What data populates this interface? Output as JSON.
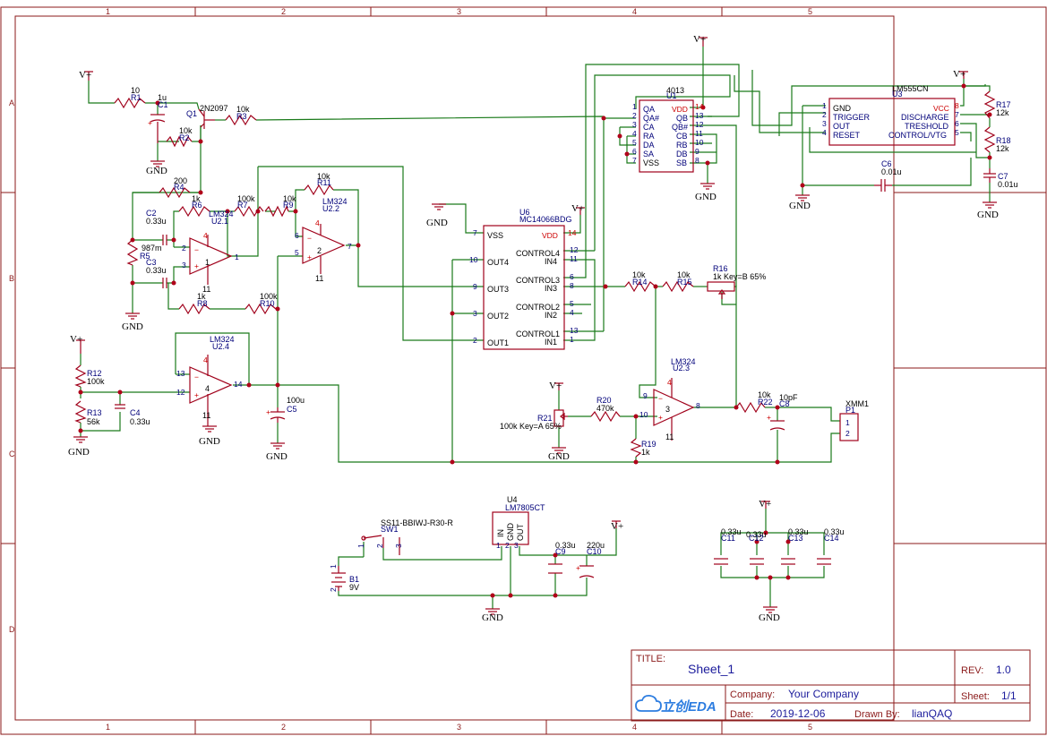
{
  "title_block": {
    "title_label": "TITLE:",
    "title": "Sheet_1",
    "rev_label": "REV:",
    "rev": "1.0",
    "company_label": "Company:",
    "company": "Your Company",
    "sheet_label": "Sheet:",
    "sheet": "1/1",
    "date_label": "Date:",
    "date": "2019-12-06",
    "drawn_label": "Drawn By:",
    "drawn_by": "lianQAQ",
    "logo_text": "立创EDA"
  },
  "zones": {
    "cols": [
      "1",
      "2",
      "3",
      "4",
      "5"
    ],
    "rows": [
      "A",
      "B",
      "C",
      "D"
    ]
  },
  "power": {
    "vplus": "V+",
    "gnd": "GND"
  },
  "components": {
    "r1": {
      "ref": "R1",
      "value": "10"
    },
    "c1": {
      "ref": "C1",
      "value": "1u"
    },
    "q1": {
      "ref": "Q1",
      "value": "2N2097"
    },
    "r3": {
      "ref": "R3",
      "value": "10k"
    },
    "r2": {
      "ref": "R2",
      "value": "10k"
    },
    "r4": {
      "ref": "R4",
      "value": "200"
    },
    "r6": {
      "ref": "R6",
      "value": "1k"
    },
    "r7": {
      "ref": "R7",
      "value": "100k"
    },
    "r9": {
      "ref": "R9",
      "value": "10k"
    },
    "r11": {
      "ref": "R11",
      "value": "10k"
    },
    "c2": {
      "ref": "C2",
      "value": "0.33u"
    },
    "r5": {
      "ref": "R5",
      "value": "987m"
    },
    "c3": {
      "ref": "C3",
      "value": "0.33u"
    },
    "r8": {
      "ref": "R8",
      "value": "1k"
    },
    "r10": {
      "ref": "R10",
      "value": "100k"
    },
    "u2_1": {
      "ref": "U2.1",
      "value": "LM324"
    },
    "u2_2": {
      "ref": "U2.2",
      "value": "LM324"
    },
    "u2_4": {
      "ref": "U2.4",
      "value": "LM324"
    },
    "u2_3": {
      "ref": "U2.3",
      "value": "LM324"
    },
    "r12": {
      "ref": "R12",
      "value": "100k"
    },
    "r13": {
      "ref": "R13",
      "value": "56k"
    },
    "c4": {
      "ref": "C4",
      "value": "0.33u"
    },
    "c5": {
      "ref": "C5",
      "value": "100u"
    },
    "u6": {
      "ref": "U6",
      "value": "MC14066BDG"
    },
    "u1": {
      "ref": "U1",
      "value": "4013"
    },
    "u3": {
      "ref": "U3",
      "value": "LM555CN"
    },
    "r17": {
      "ref": "R17",
      "value": "12k"
    },
    "r18": {
      "ref": "R18",
      "value": "12k"
    },
    "c6": {
      "ref": "C6",
      "value": "0.01u"
    },
    "c7": {
      "ref": "C7",
      "value": "0.01u"
    },
    "r14": {
      "ref": "R14",
      "value": "10k"
    },
    "r15": {
      "ref": "R15",
      "value": "10k"
    },
    "r16": {
      "ref": "R16",
      "value": "1k Key=B 65%"
    },
    "r20": {
      "ref": "R20",
      "value": "470k"
    },
    "r21": {
      "ref": "R21",
      "value": "100k Key=A 65%"
    },
    "r19": {
      "ref": "R19",
      "value": "1k"
    },
    "r22": {
      "ref": "R22",
      "value": "10k"
    },
    "c8": {
      "ref": "C8",
      "value": "10pF"
    },
    "p1": {
      "ref": "P1",
      "value": "XMM1"
    },
    "u4": {
      "ref": "U4",
      "value": "LM7805CT"
    },
    "sw1": {
      "ref": "SW1",
      "value": "SS11-BBIWJ-R30-R"
    },
    "b1": {
      "ref": "B1",
      "value": "9V"
    },
    "c9": {
      "ref": "C9",
      "value": "0.33u"
    },
    "c10": {
      "ref": "C10",
      "value": "220u"
    },
    "c11": {
      "ref": "C11",
      "value": "0.33u"
    },
    "c12": {
      "ref": "C12",
      "value": "0.33u"
    },
    "c13": {
      "ref": "C13",
      "value": "0.33u"
    },
    "c14": {
      "ref": "C14",
      "value": "0.33u"
    }
  },
  "u6_pins": {
    "vss": "VSS",
    "vdd": "VDD",
    "out4": "OUT4",
    "out3": "OUT3",
    "out2": "OUT2",
    "out1": "OUT1",
    "control4": "CONTROL4",
    "in4": "IN4",
    "control3": "CONTROL3",
    "in3": "IN3",
    "control2": "CONTROL2",
    "in2": "IN2",
    "control1": "CONTROL1",
    "in1": "IN1",
    "n7": "7",
    "n14": "14",
    "n10": "10",
    "n9": "9",
    "n3": "3",
    "n2": "2",
    "n12": "12",
    "n11": "11",
    "n6": "6",
    "n8": "8",
    "n5": "5",
    "n4": "4",
    "n13": "13",
    "n1": "1"
  },
  "u1_pins": {
    "left": [
      "QA",
      "QA#",
      "CA",
      "RA",
      "DA",
      "SA",
      "VSS"
    ],
    "left_nums": [
      "1",
      "2",
      "3",
      "4",
      "5",
      "6",
      "7"
    ],
    "right": [
      "VDD",
      "QB",
      "QB#",
      "CB",
      "RB",
      "DB",
      "SB"
    ],
    "right_nums": [
      "14",
      "13",
      "12",
      "11",
      "10",
      "9",
      "8"
    ]
  },
  "u3_pins": {
    "left": [
      "GND",
      "TRIGGER",
      "OUT",
      "RESET"
    ],
    "left_nums": [
      "1",
      "2",
      "3",
      "4"
    ],
    "right": [
      "VCC",
      "DISCHARGE",
      "TRESHOLD",
      "CONTROL/VTG"
    ],
    "right_nums": [
      "8",
      "7",
      "6",
      "5"
    ]
  },
  "u4_pins": {
    "in": "IN",
    "gnd": "GND",
    "out": "OUT",
    "n1": "1",
    "n2": "2",
    "n3": "3"
  },
  "sw1_pins": {
    "n1": "1",
    "n2": "2",
    "n3": "3"
  },
  "b1_pins": {
    "n1": "1",
    "n2": "2"
  },
  "p1_pins": {
    "n1": "1",
    "n2": "2"
  },
  "opamp_pins": {
    "u21": {
      "inn": "2",
      "inp": "3",
      "out": "1",
      "vcc": "4",
      "vee": "11",
      "unit": "1"
    },
    "u22": {
      "inn": "6",
      "inp": "5",
      "out": "7",
      "vcc": "4",
      "vee": "11",
      "unit": "2"
    },
    "u24": {
      "inn": "13",
      "inp": "12",
      "out": "14",
      "vcc": "4",
      "vee": "11",
      "unit": "4"
    },
    "u23": {
      "inn": "9",
      "inp": "10",
      "out": "8",
      "vcc": "4",
      "vee": "11",
      "unit": "3"
    }
  }
}
